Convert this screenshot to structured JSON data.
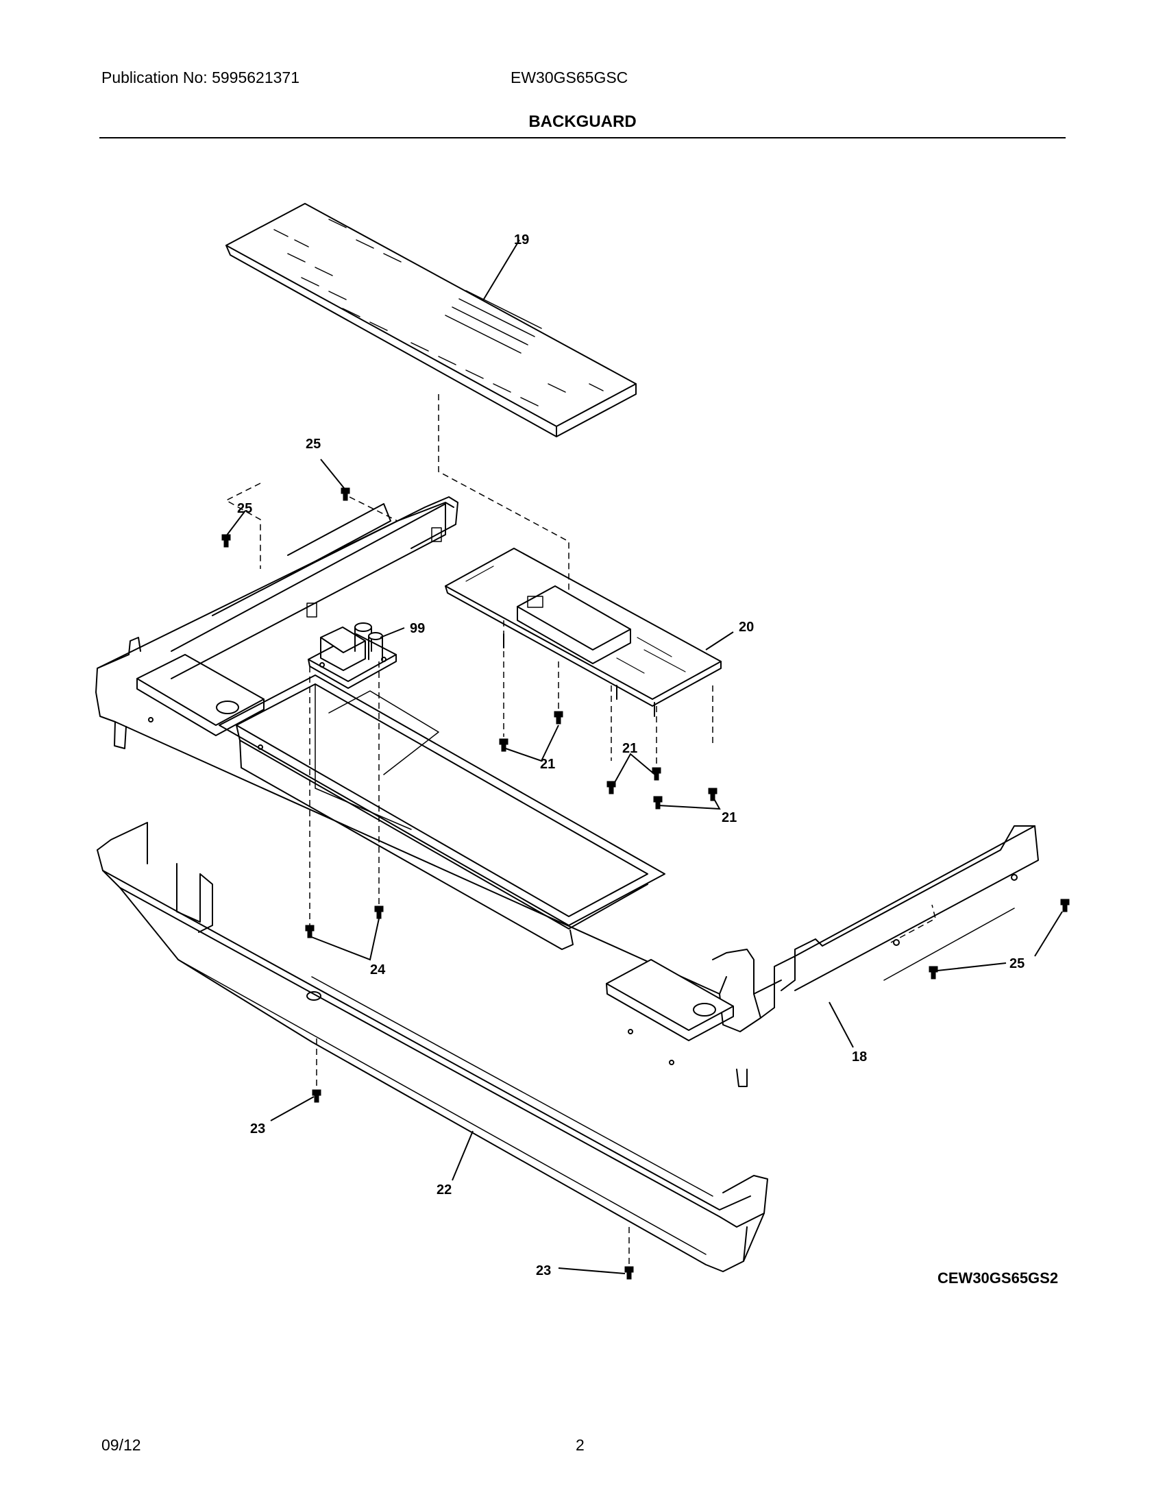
{
  "header": {
    "publication": "Publication No: 5995621371",
    "model": "EW30GS65GSC",
    "section_title": "BACKGUARD"
  },
  "drawing_code": "CEW30GS65GS2",
  "footer": {
    "date": "09/12",
    "page_number": "2"
  },
  "callouts": {
    "c18": "18",
    "c19": "19",
    "c20": "20",
    "c21a": "21",
    "c21b": "21",
    "c21c": "21",
    "c22": "22",
    "c23a": "23",
    "c23b": "23",
    "c24": "24",
    "c25a": "25",
    "c25b": "25",
    "c25c": "25",
    "c99": "99"
  }
}
